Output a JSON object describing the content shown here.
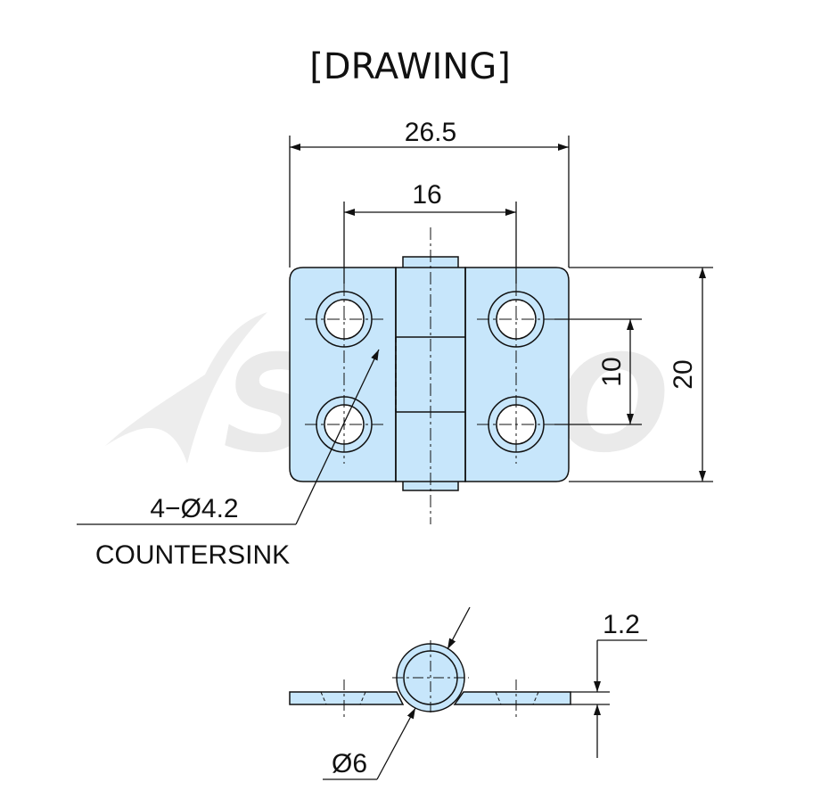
{
  "title": "[DRAWING]",
  "watermark": "SAMO",
  "dimensions": {
    "overall_width": "26.5",
    "hole_spacing_x": "16",
    "hole_spacing_y": "10",
    "overall_height": "20",
    "leaf_thickness": "1.2",
    "knuckle_diameter": "Ø6"
  },
  "callout": {
    "holes": "4−Ø4.2",
    "type": "COUNTERSINK"
  },
  "colors": {
    "part_fill": "#c7e6fb",
    "line": "#111111",
    "watermark": "#e6e6e6"
  }
}
